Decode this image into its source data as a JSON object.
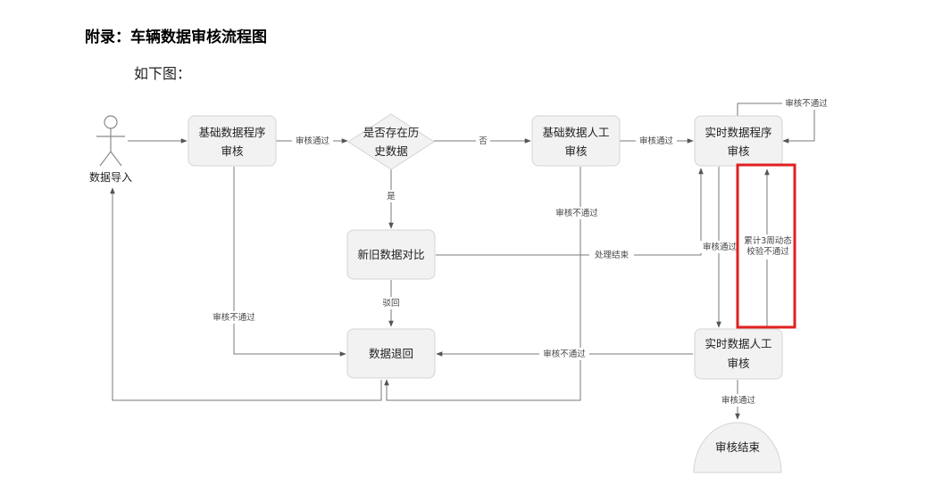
{
  "heading": "附录：车辆数据审核流程图",
  "intro": "如下图：",
  "actor": {
    "label": "数据导入"
  },
  "nodes": {
    "basic_program": [
      "基础数据程序",
      "审核"
    ],
    "history_check": [
      "是否存在历",
      "史数据"
    ],
    "basic_manual": [
      "基础数据人工",
      "审核"
    ],
    "realtime_program": [
      "实时数据程序",
      "审核"
    ],
    "compare": "新旧数据对比",
    "return": "数据退回",
    "realtime_manual": [
      "实时数据人工",
      "审核"
    ],
    "end": "审核结束"
  },
  "edges": {
    "pass_1": "审核通过",
    "no": "否",
    "pass_2": "审核通过",
    "yes": "是",
    "manual_fail": "审核不通过",
    "process_end": "处理结束",
    "realtime_fail_top": "审核不通过",
    "realtime_pass": "审核通过",
    "accumulate_line1": "累计3周动态",
    "accumulate_line2": "校验不通过",
    "reject": "驳回",
    "basic_fail": "审核不通过",
    "manual_reject": "审核不通过",
    "final_pass": "审核通过"
  }
}
